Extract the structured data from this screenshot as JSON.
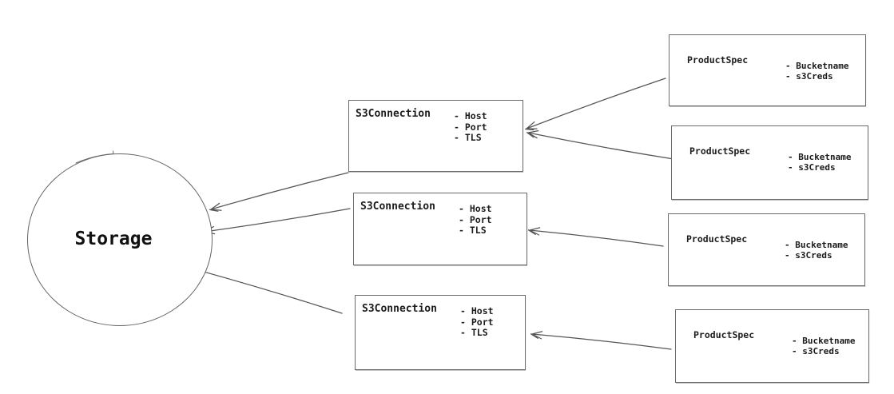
{
  "diagram": {
    "storage": {
      "label": "Storage"
    },
    "s3_connections": [
      {
        "title": "S3Connection",
        "attributes": [
          "- Host",
          "- Port",
          "- TLS"
        ]
      },
      {
        "title": "S3Connection",
        "attributes": [
          "- Host",
          "- Port",
          "- TLS"
        ]
      },
      {
        "title": "S3Connection",
        "attributes": [
          "- Host",
          "- Port",
          "- TLS"
        ]
      }
    ],
    "product_specs": [
      {
        "title": "ProductSpec",
        "attributes": [
          "- Bucketname",
          "- s3Creds"
        ]
      },
      {
        "title": "ProductSpec",
        "attributes": [
          "- Bucketname",
          "- s3Creds"
        ]
      },
      {
        "title": "ProductSpec",
        "attributes": [
          "- Bucketname",
          "- s3Creds"
        ]
      },
      {
        "title": "ProductSpec",
        "attributes": [
          "- Bucketname",
          "- s3Creds"
        ]
      }
    ],
    "edges": [
      {
        "from": "product-spec-1",
        "to": "s3-connection-1"
      },
      {
        "from": "product-spec-2",
        "to": "s3-connection-1"
      },
      {
        "from": "product-spec-3",
        "to": "s3-connection-2"
      },
      {
        "from": "product-spec-4",
        "to": "s3-connection-3"
      },
      {
        "from": "s3-connection-1",
        "to": "storage"
      },
      {
        "from": "s3-connection-2",
        "to": "storage"
      },
      {
        "from": "s3-connection-3",
        "to": "storage"
      }
    ],
    "colors": {
      "stroke": "#6b6b6b",
      "arrow": "#565656",
      "text": "#1c1c1c",
      "background": "#ffffff"
    }
  }
}
